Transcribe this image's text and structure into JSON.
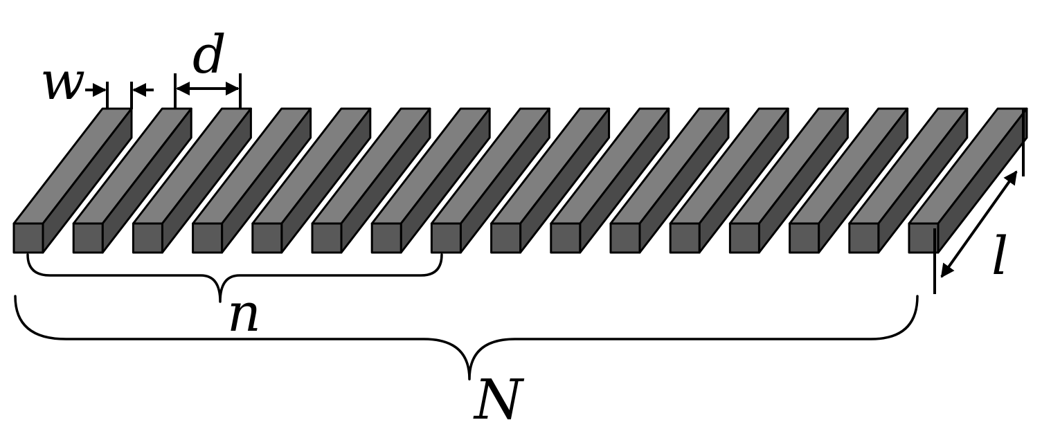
{
  "diagram": {
    "bar_count": 16,
    "brace_n_count": 8,
    "colors": {
      "top_face": "#7f7f7f",
      "side_face": "#4a4a4a",
      "front_face": "#595959",
      "outline": "#000000",
      "background": "#ffffff"
    },
    "labels": {
      "w": "w",
      "d": "d",
      "l": "l",
      "n": "n",
      "N": "N"
    }
  }
}
